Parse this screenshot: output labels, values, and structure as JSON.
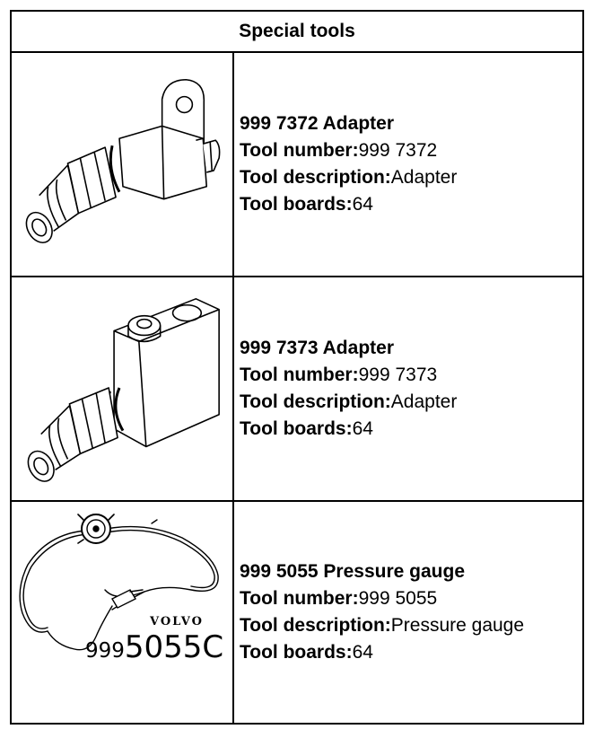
{
  "header": {
    "title": "Special tools"
  },
  "labels": {
    "tool_number": "Tool number:",
    "tool_description": "Tool description:",
    "tool_boards": "Tool boards:"
  },
  "tools": [
    {
      "title": "999 7372 Adapter",
      "number": "999 7372",
      "description": "Adapter",
      "boards": "64",
      "icon": "adapter-icon"
    },
    {
      "title": "999 7373 Adapter",
      "number": "999 7373",
      "description": "Adapter",
      "boards": "64",
      "icon": "block-adapter-icon"
    },
    {
      "title": "999 5055 Pressure gauge",
      "number": "999 5055",
      "description": "Pressure gauge",
      "boards": "64",
      "icon": "pressure-gauge-icon"
    }
  ],
  "gauge_stamp": {
    "brand": "VOLVO",
    "prefix": "999",
    "code": "5055C"
  }
}
